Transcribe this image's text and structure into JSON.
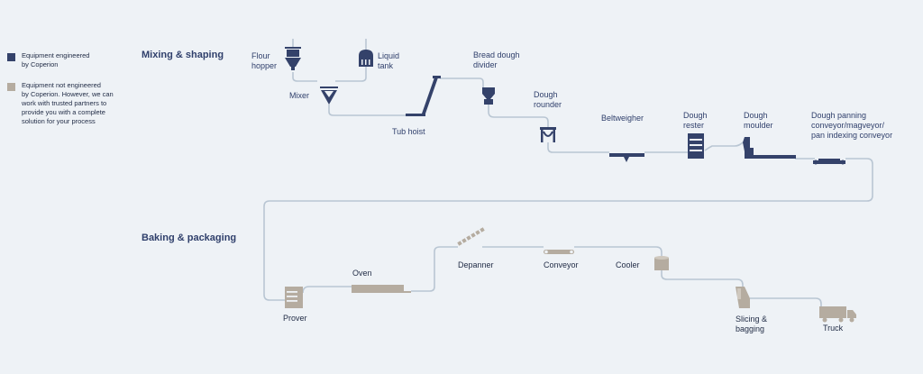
{
  "colors": {
    "coperion": "#34426a",
    "partner": "#b5aca0",
    "line": "#b9c6d3",
    "background": "#eef2f6"
  },
  "legend": [
    {
      "text": "Equipment engineered\nby Coperion",
      "kind": "coperion"
    },
    {
      "text": "Equipment not engineered\nby Coperion. However, we can\nwork with trusted partners to\nprovide you with a complete\nsolution for your process",
      "kind": "partner"
    }
  ],
  "sections": {
    "mixing": "Mixing & shaping",
    "baking": "Baking & packaging"
  },
  "equipment": {
    "flour_hopper": {
      "label": "Flour\nhopper",
      "icon": "hopper-icon",
      "kind": "coperion"
    },
    "liquid_tank": {
      "label": "Liquid\ntank",
      "icon": "tank-icon",
      "kind": "coperion"
    },
    "mixer": {
      "label": "Mixer",
      "icon": "mixer-icon",
      "kind": "coperion"
    },
    "tub_hoist": {
      "label": "Tub hoist",
      "icon": "hoist-icon",
      "kind": "coperion"
    },
    "divider": {
      "label": "Bread dough\ndivider",
      "icon": "divider-icon",
      "kind": "coperion"
    },
    "rounder": {
      "label": "Dough\nrounder",
      "icon": "rounder-icon",
      "kind": "coperion"
    },
    "beltweigher": {
      "label": "Beltweigher",
      "icon": "beltweigher-icon",
      "kind": "coperion"
    },
    "rester": {
      "label": "Dough\nrester",
      "icon": "rester-icon",
      "kind": "coperion"
    },
    "moulder": {
      "label": "Dough\nmoulder",
      "icon": "moulder-icon",
      "kind": "coperion"
    },
    "panning": {
      "label": "Dough panning\nconveyor/magveyor/\npan indexing conveyor",
      "icon": "panning-conveyor-icon",
      "kind": "coperion"
    },
    "prover": {
      "label": "Prover",
      "icon": "prover-icon",
      "kind": "partner"
    },
    "oven": {
      "label": "Oven",
      "icon": "oven-icon",
      "kind": "partner"
    },
    "depanner": {
      "label": "Depanner",
      "icon": "depanner-icon",
      "kind": "partner"
    },
    "conveyor": {
      "label": "Conveyor",
      "icon": "conveyor-icon",
      "kind": "partner"
    },
    "cooler": {
      "label": "Cooler",
      "icon": "cooler-icon",
      "kind": "partner"
    },
    "slicing": {
      "label": "Slicing &\nbagging",
      "icon": "slicing-icon",
      "kind": "partner"
    },
    "truck": {
      "label": "Truck",
      "icon": "truck-icon",
      "kind": "partner"
    }
  }
}
